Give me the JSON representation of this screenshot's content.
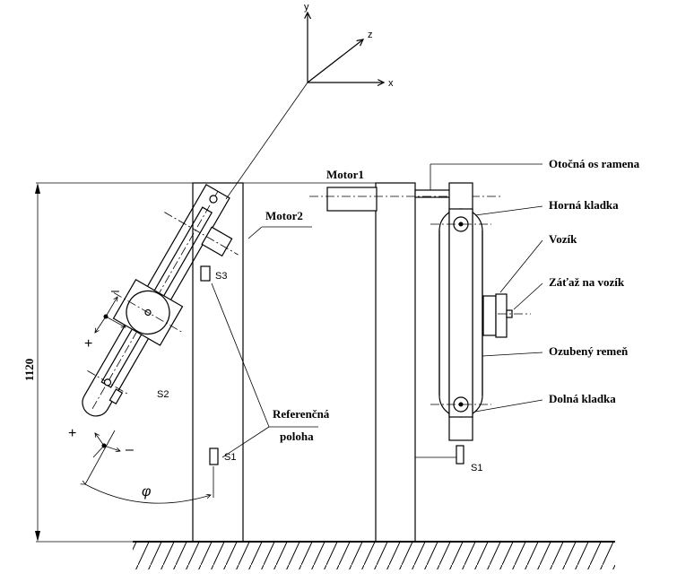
{
  "axes": {
    "y": "y",
    "z": "z",
    "x": "x"
  },
  "dimension": {
    "height_label": "1120"
  },
  "labels": {
    "motor1": "Motor1",
    "motor2": "Motor2",
    "arm_axis": "Otočná os ramena",
    "upper_pulley": "Horná kladka",
    "cart": "Vozík",
    "cart_load": "Záťaž na vozík",
    "toothed_belt": "Ozubený remeň",
    "lower_pulley": "Dolná kladka",
    "reference_line1": "Referenčná",
    "reference_line2": "poloha",
    "angle": "φ"
  },
  "sensors": {
    "s1_left": "S1",
    "s2": "S2",
    "s3": "S3",
    "s1_right": "S1"
  },
  "signs": {
    "plus": "+",
    "minus": "–"
  }
}
